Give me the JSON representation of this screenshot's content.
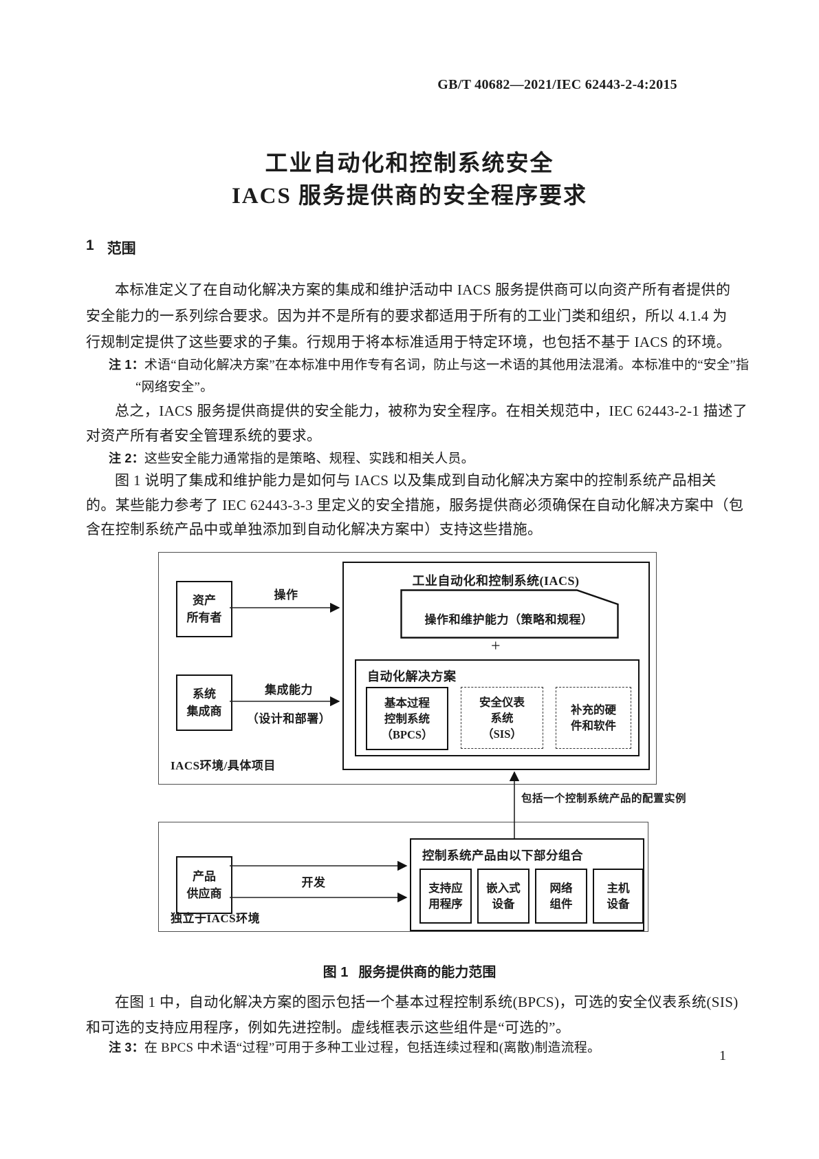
{
  "header": "GB/T 40682—2021/IEC 62443-2-4:2015",
  "title": {
    "line1": "工业自动化和控制系统安全",
    "line2": "IACS 服务提供商的安全程序要求"
  },
  "section": {
    "number": "1",
    "label": "范围"
  },
  "paragraphs": {
    "p1": [
      "本标准定义了在自动化解决方案的集成和维护活动中 IACS 服务提供商可以向资产所有者提供的",
      "安全能力的一系列综合要求。因为并不是所有的要求都适用于所有的工业门类和组织，所以 4.1.4 为",
      "行规制定提供了这些要求的子集。行规用于将本标准适用于特定环境，也包括不基于 IACS 的环境。"
    ],
    "note1": {
      "marker": "注 1：",
      "line1": "术语“自动化解决方案”在本标准中用作专有名词，防止与这一术语的其他用法混淆。本标准中的“安全”指",
      "line2": "“网络安全”。"
    },
    "p2": [
      "总之，IACS 服务提供商提供的安全能力，被称为安全程序。在相关规范中，IEC 62443-2-1 描述了",
      "对资产所有者安全管理系统的要求。"
    ],
    "note2": {
      "marker": "注 2：",
      "text": "这些安全能力通常指的是策略、规程、实践和相关人员。"
    },
    "p3": [
      "图 1 说明了集成和维护能力是如何与 IACS 以及集成到自动化解决方案中的控制系统产品相关",
      "的。某些能力参考了 IEC 62443-3-3 里定义的安全措施，服务提供商必须确保在自动化解决方案中（包",
      "含在控制系统产品中或单独添加到自动化解决方案中）支持这些措施。"
    ],
    "p4": [
      "在图 1 中，自动化解决方案的图示包括一个基本过程控制系统(BPCS)，可选的安全仪表系统(SIS)",
      "和可选的支持应用程序，例如先进控制。虚线框表示这些组件是“可选的”。"
    ],
    "note3": {
      "marker": "注 3：",
      "text": "在 BPCS 中术语“过程”可用于多种工业过程，包括连续过程和(离散)制造流程。"
    }
  },
  "figure": {
    "caption_prefix": "图 1",
    "caption_text": "服务提供商的能力范围",
    "asset_owner": {
      "line1": "资产",
      "line2": "所有者"
    },
    "operate_label": "操作",
    "iacs_title": "工业自动化和控制系统(IACS)",
    "om_capability": "操作和维护能力（策略和规程）",
    "plus": "+",
    "solution_title": "自动化解决方案",
    "bpcs": {
      "line1": "基本过程",
      "line2": "控制系统",
      "line3": "（BPCS）"
    },
    "sis": {
      "line1": "安全仪表",
      "line2": "系统",
      "line3": "（SIS）"
    },
    "supplementary": {
      "line1": "补充的硬",
      "line2": "件和软件"
    },
    "system_integrator": {
      "line1": "系统",
      "line2": "集成商"
    },
    "integration_label": {
      "line1": "集成能力",
      "line2": "（设计和部署）"
    },
    "iacs_env_label": "IACS环境/具体项目",
    "config_label": "包括一个控制系统产品的配置实例",
    "product_supplier": {
      "line1": "产品",
      "line2": "供应商"
    },
    "develop_label": "开发",
    "product_title": "控制系统产品由以下部分组合",
    "components": {
      "c1": {
        "line1": "支持应",
        "line2": "用程序"
      },
      "c2": {
        "line1": "嵌入式",
        "line2": "设备"
      },
      "c3": {
        "line1": "网络",
        "line2": "组件"
      },
      "c4": {
        "line1": "主机",
        "line2": "设备"
      }
    }
  },
  "page_number": "1"
}
